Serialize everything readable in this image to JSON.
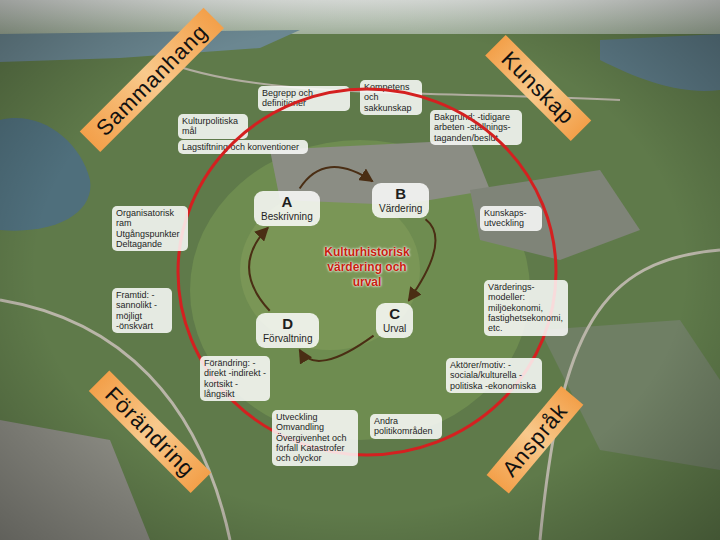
{
  "diagram": {
    "nodes": [
      {
        "text": [
          "Sammanhang"
        ]
      },
      {
        "text": [
          "Begrepp och definitioner"
        ]
      },
      {
        "text": [
          "Kompetens och sakkunskap"
        ]
      },
      {
        "text": [
          "Kunskap"
        ]
      },
      {
        "text": [
          "Kulturpolitiska mål"
        ]
      },
      {
        "text": [
          "Bakgrund: -tidigare arbeten -ställnings- taganden/beslut"
        ]
      },
      {
        "text": [
          "Lagstiftning och konventioner"
        ]
      },
      {
        "text": [
          "Kulturhistorisk värdering och urval"
        ]
      },
      {
        "text": [
          "A",
          "Beskrivning"
        ],
        "in": 7
      },
      {
        "text": [
          "B",
          "Värdering"
        ],
        "in": 7
      },
      {
        "text": [
          "Organisatorisk ram Utgångspunkter Deltagande"
        ]
      },
      {
        "text": [
          "Kunskaps- utveckling"
        ]
      },
      {
        "text": [
          "D",
          "Förvaltning"
        ],
        "in": 7
      },
      {
        "text": [
          "C",
          "Urval"
        ],
        "in": 7
      },
      {
        "text": [
          "Framtid: -sannolikt -möjligt -önskvärt"
        ]
      },
      {
        "text": [
          "Värderings- modeller: miljöekonomi, fastighetsekonomi, etc."
        ]
      },
      {
        "text": [
          "Förändring: -direkt -indirekt -kortsikt -långsikt"
        ]
      },
      {
        "text": [
          "Aktörer/motiv: -sociala/kulturella -politiska -ekonomiska"
        ]
      },
      {
        "text": [
          "Förändring"
        ]
      },
      {
        "text": [
          "Utveckling Omvandling Övergivenhet och förfall Katastrofer och olyckor"
        ]
      },
      {
        "text": [
          "Andra politikområden"
        ]
      },
      {
        "text": [
          "Anspråk"
        ]
      }
    ],
    "edges": [
      {
        "from": 8,
        "to": 9,
        "arrow": "to"
      },
      {
        "from": 9,
        "to": 13,
        "arrow": "to"
      },
      {
        "from": 13,
        "to": 12,
        "arrow": "to"
      },
      {
        "from": 12,
        "to": 8,
        "arrow": "to"
      }
    ]
  }
}
